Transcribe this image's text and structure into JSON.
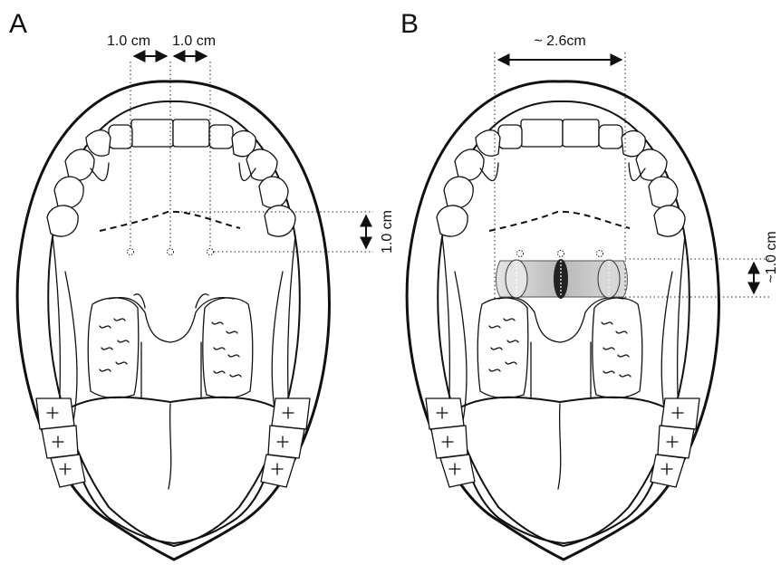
{
  "panels": [
    {
      "letter": "A",
      "dim_top_left": "1.0 cm",
      "dim_top_right": "1.0 cm",
      "dim_side": "1.0 cm"
    },
    {
      "letter": "B",
      "dim_top": "~ 2.6cm",
      "dim_side": "~1.0 cm"
    }
  ],
  "colors": {
    "line": "#111111",
    "graft_fill": "#c8c8c8",
    "background": "#ffffff"
  }
}
